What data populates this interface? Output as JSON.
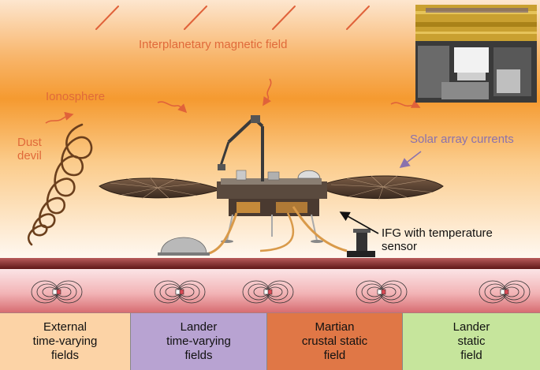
{
  "labels": {
    "imf": "Interplanetary magnetic field",
    "ionosphere": "Ionosphere",
    "dust_devil": "Dust\ndevil",
    "solar_array": "Solar array currents",
    "ifg": "IFG with temperature\nsensor"
  },
  "categories": [
    {
      "text": "External\ntime-varying\nfields",
      "color": "#fcd3a6"
    },
    {
      "text": "Lander\ntime-varying\nfields",
      "color": "#b8a3d2"
    },
    {
      "text": "Martian\ncrustal static\nfield",
      "color": "#e07746"
    },
    {
      "text": "Lander\nstatic\nfield",
      "color": "#c6e59c"
    }
  ],
  "colors": {
    "label_orange": "#e06a3a",
    "label_purple": "#8a72ad",
    "sky_orange": "#f6a040",
    "ground_band": "#e89a9a"
  }
}
